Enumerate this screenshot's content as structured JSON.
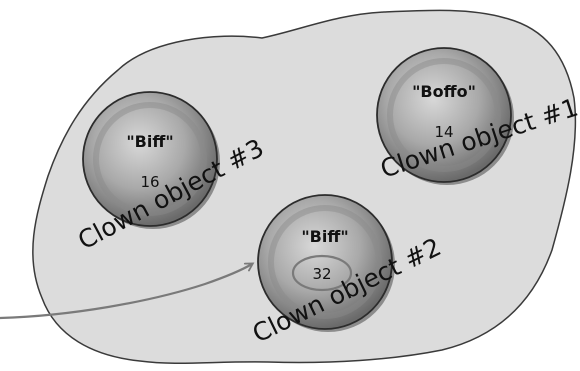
{
  "colors": {
    "background": "#ffffff",
    "heap_fill": "#dcdcdc",
    "heap_stroke": "#3a3a3a",
    "circle_fill": "#a8a8a8",
    "circle_shadow": "#6c6c6c",
    "circle_highlight": "#e6e6e6",
    "circle_stroke": "#2c2c2c",
    "highlight_ring": "#888888",
    "reference_arrow": "#7a7a7a",
    "text": "#111111"
  },
  "objects": [
    {
      "id": "biff-16",
      "name": "\"Biff\"",
      "value": "16",
      "label": "Clown object #3"
    },
    {
      "id": "boffo-14",
      "name": "\"Boffo\"",
      "value": "14",
      "label": "Clown object #1"
    },
    {
      "id": "biff-32",
      "name": "\"Biff\"",
      "value": "32",
      "label": "Clown object #2",
      "value_highlighted": true,
      "referenced": true
    }
  ]
}
